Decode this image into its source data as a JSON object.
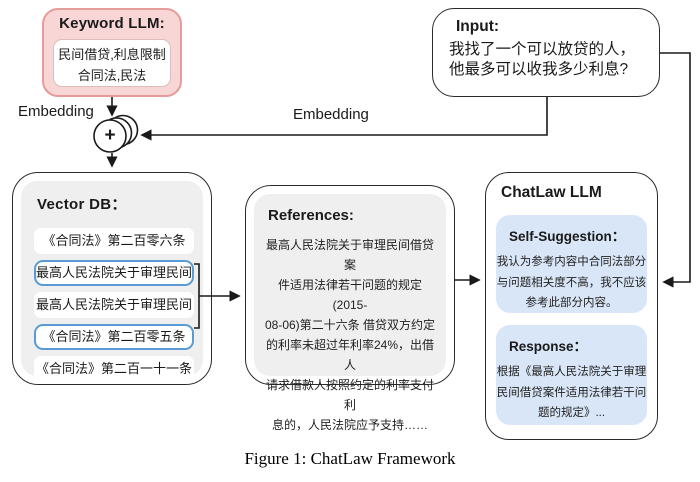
{
  "keyword_llm": {
    "title": "Keyword LLM:",
    "lines": [
      "民间借贷,利息限制",
      "合同法,民法"
    ]
  },
  "input_box": {
    "title": "Input:",
    "lines": [
      "我找了一个可以放贷的人，",
      "他最多可以收我多少利息?"
    ]
  },
  "labels": {
    "embedding_left": "Embedding",
    "embedding_mid": "Embedding",
    "plus_symbol": "+"
  },
  "vector_db": {
    "title": "Vector DB：",
    "items": [
      {
        "label": "《合同法》第二百零六条",
        "highlighted": false
      },
      {
        "label": "最高人民法院关于审理民间",
        "highlighted": true
      },
      {
        "label": "最高人民法院关于审理民间",
        "highlighted": false
      },
      {
        "label": "《合同法》第二百零五条",
        "highlighted": true
      },
      {
        "label": "《合同法》第二百一十一条",
        "highlighted": false
      }
    ]
  },
  "references": {
    "title": "References:",
    "lines": [
      "最高人民法院关于审理民间借贷案",
      "件适用法律若干问题的规定(2015-",
      "08-06)第二十六条 借贷双方约定",
      "的利率未超过年利率24%，出借人",
      "请求借款人按照约定的利率支付利",
      "息的，人民法院应予支持……"
    ]
  },
  "chatlaw_llm": {
    "title": "ChatLaw LLM",
    "self_suggestion": {
      "title": "Self-Suggestion：",
      "lines": [
        "我认为参考内容中合同法部分",
        "与问题相关度不高，我不应该",
        "参考此部分内容。"
      ]
    },
    "response": {
      "title": "Response：",
      "lines": [
        "根据《最高人民法院关于审理",
        "民间借贷案件适用法律若干问",
        "题的规定》..."
      ]
    }
  },
  "caption": "Figure 1: ChatLaw Framework",
  "colors": {
    "keyword_fill": "#f8d6d6",
    "keyword_border": "#e49c9c",
    "highlight_blue": "#5b9bd5",
    "bubble_blue": "#d9e6f7",
    "panel_gray": "#efefef",
    "line_black": "#1a1a1a"
  }
}
